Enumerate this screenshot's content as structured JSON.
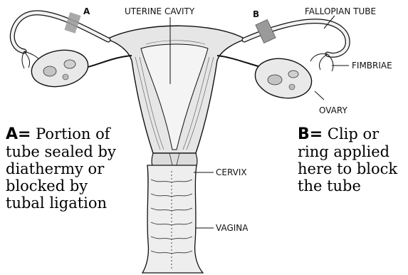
{
  "labels": {
    "marker_a": "A",
    "marker_b": "B",
    "uterine_cavity": "UTERINE CAVITY",
    "fallopian_tube": "FALLOPIAN TUBE",
    "fimbriae": "FIMBRIAE",
    "ovary": "OVARY",
    "cervix": "CERVIX",
    "vagina": "VAGINA"
  },
  "captions": {
    "a": {
      "key": "A=",
      "lines": [
        "Portion of",
        "tube sealed by",
        "diathermy or",
        "blocked by",
        "tubal ligation"
      ]
    },
    "b": {
      "key": "B=",
      "lines": [
        "Clip or",
        "ring applied",
        "here to block",
        "the tube"
      ]
    }
  },
  "colors": {
    "ink": "#111111",
    "tissue_fill": "#d9d9d9",
    "highlight_band": "#9a9a9a"
  }
}
